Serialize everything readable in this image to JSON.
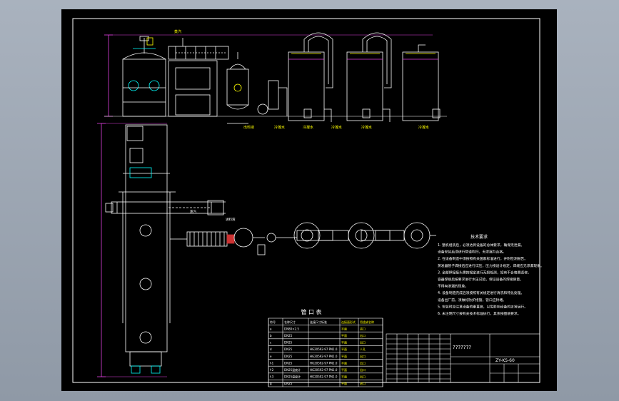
{
  "drawing": {
    "drawing_number": "ZY-KS-60",
    "title_block_name": "???????"
  },
  "port_table": {
    "title": "管 口 表",
    "header": [
      "符号",
      "名称尺寸",
      "连接尺寸标准",
      "连接面形式",
      "用途或名称"
    ],
    "rows": [
      [
        "a",
        "DN80×2.5",
        "",
        "平面",
        "进口"
      ],
      [
        "b",
        "DN25",
        "",
        "平面",
        "出口"
      ],
      [
        "c",
        "DN25",
        "",
        "平面",
        "出口"
      ],
      [
        "d",
        "DN25",
        "HG20592-97 PN1.0",
        "平面",
        "人孔"
      ],
      [
        "e",
        "DN25",
        "HG20592-97 PN1.0",
        "平面",
        "出口"
      ],
      [
        "f-1",
        "DN25",
        "HG20592-97 PN1.0",
        "平面",
        "出口"
      ],
      [
        "f-2",
        "DN25温度计",
        "HG20592-97 PN1.0",
        "平面",
        "出口"
      ],
      [
        "f-3",
        "DN25温度计",
        "HG20592-97 PN1.0",
        "平面",
        "出口"
      ],
      [
        "g",
        "DN25",
        "",
        "平面",
        "进口"
      ]
    ]
  },
  "tech_notes": {
    "title": "技术要求",
    "lines": [
      "1. 整机组装后，必须达到设备的总体要求，确保无泄漏。",
      "   设备安装后须进行管道吹扫，无泄漏为合格。",
      "2. 在设备制造中须按照有关国家标准进行，并附检测报告。",
      "蒸发器管子焊接后应进行试压，压力按设计规定，焊缝应无渗漏现象。",
      "3. 全部焊接接头需按规定进行无损检测，如有不合格需返修。",
      "容器焊接后按要求进行水压试验，保证设备的焊接质量。",
      "不得有渗漏的现象。",
      "4. 设备制造完成后须按照有关规定进行清洗和钝化处理。",
      "设备出厂前，须做好防护措施，管口应封堵。",
      "5. 安装时应注意设备的垂直度，以免影响设备的正常运行。",
      "6. 未注明尺寸按有关技术标准执行，其余按图纸要求。"
    ]
  },
  "labels": {
    "steam": "蒸汽",
    "outlet_1": "出料液",
    "outlet_2": "冷凝水",
    "outlet_3": "冷凝水",
    "outlet_4": "冷凝水",
    "outlet_5": "冷凝水",
    "outlet_6": "冷凝水",
    "plan_label_1": "蒸汽",
    "plan_label_2": "进料液"
  }
}
